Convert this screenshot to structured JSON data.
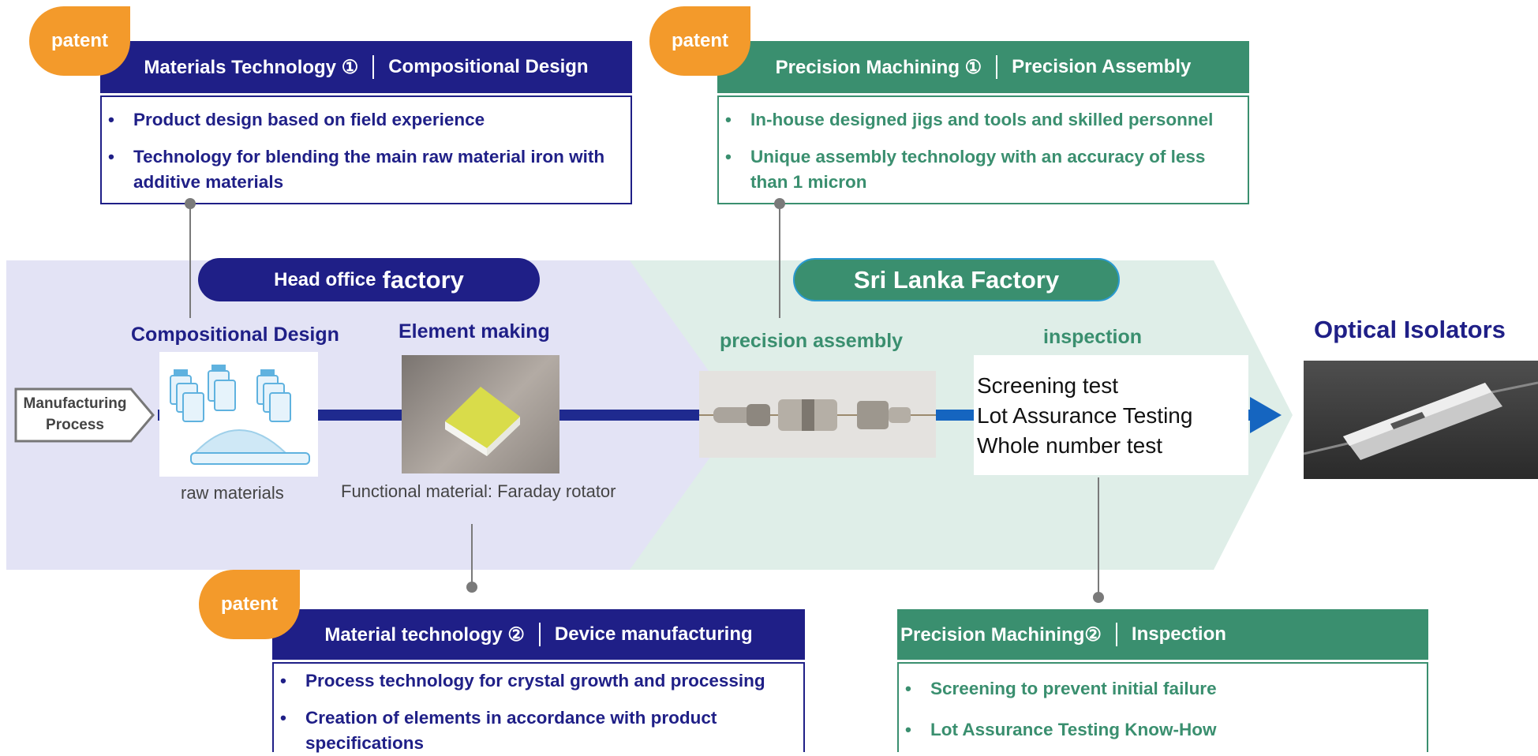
{
  "patent_badge": "patent",
  "box_mat1": {
    "title_left": "Materials Technology ①",
    "title_right": "Compositional Design",
    "bullets": [
      "Product design based on field experience",
      "Technology for blending the main raw material iron with additive materials"
    ]
  },
  "box_prec1": {
    "title_left": "Precision Machining ①",
    "title_right": "Precision Assembly",
    "bullets": [
      "In-house designed jigs and tools and skilled personnel",
      "Unique assembly technology with an accuracy of less than 1 micron"
    ]
  },
  "box_mat2": {
    "title_left": "Material technology ②",
    "title_right": "Device manufacturing",
    "bullets": [
      "Process technology for crystal growth and processing",
      "Creation of elements in accordance with product specifications"
    ]
  },
  "box_prec2": {
    "title_left": "Precision Machining②",
    "title_right": "Inspection",
    "bullets": [
      "Screening to prevent initial failure",
      "Lot Assurance Testing Know-How"
    ]
  },
  "head_office": {
    "small": "Head office",
    "large": "factory"
  },
  "sri_lanka": "Sri Lanka Factory",
  "manufacturing_process": [
    "Manufacturing",
    "Process"
  ],
  "stages": {
    "compositional_design": "Compositional Design",
    "element_making": "Element making",
    "precision_assembly": "precision assembly",
    "inspection": "inspection",
    "optical_isolators": "Optical Isolators"
  },
  "captions": {
    "raw_materials": "raw materials",
    "functional_material": "Functional material: Faraday rotator"
  },
  "inspection_items": [
    "Screening test",
    "Lot Assurance Testing",
    "Whole number test"
  ],
  "colors": {
    "navy": "#1f1f87",
    "green": "#3a8f6f",
    "orange": "#f39a2b",
    "lavender_band": "#e3e3f5",
    "mint_band": "#dfeee8",
    "arrow_blue": "#1565c0"
  }
}
